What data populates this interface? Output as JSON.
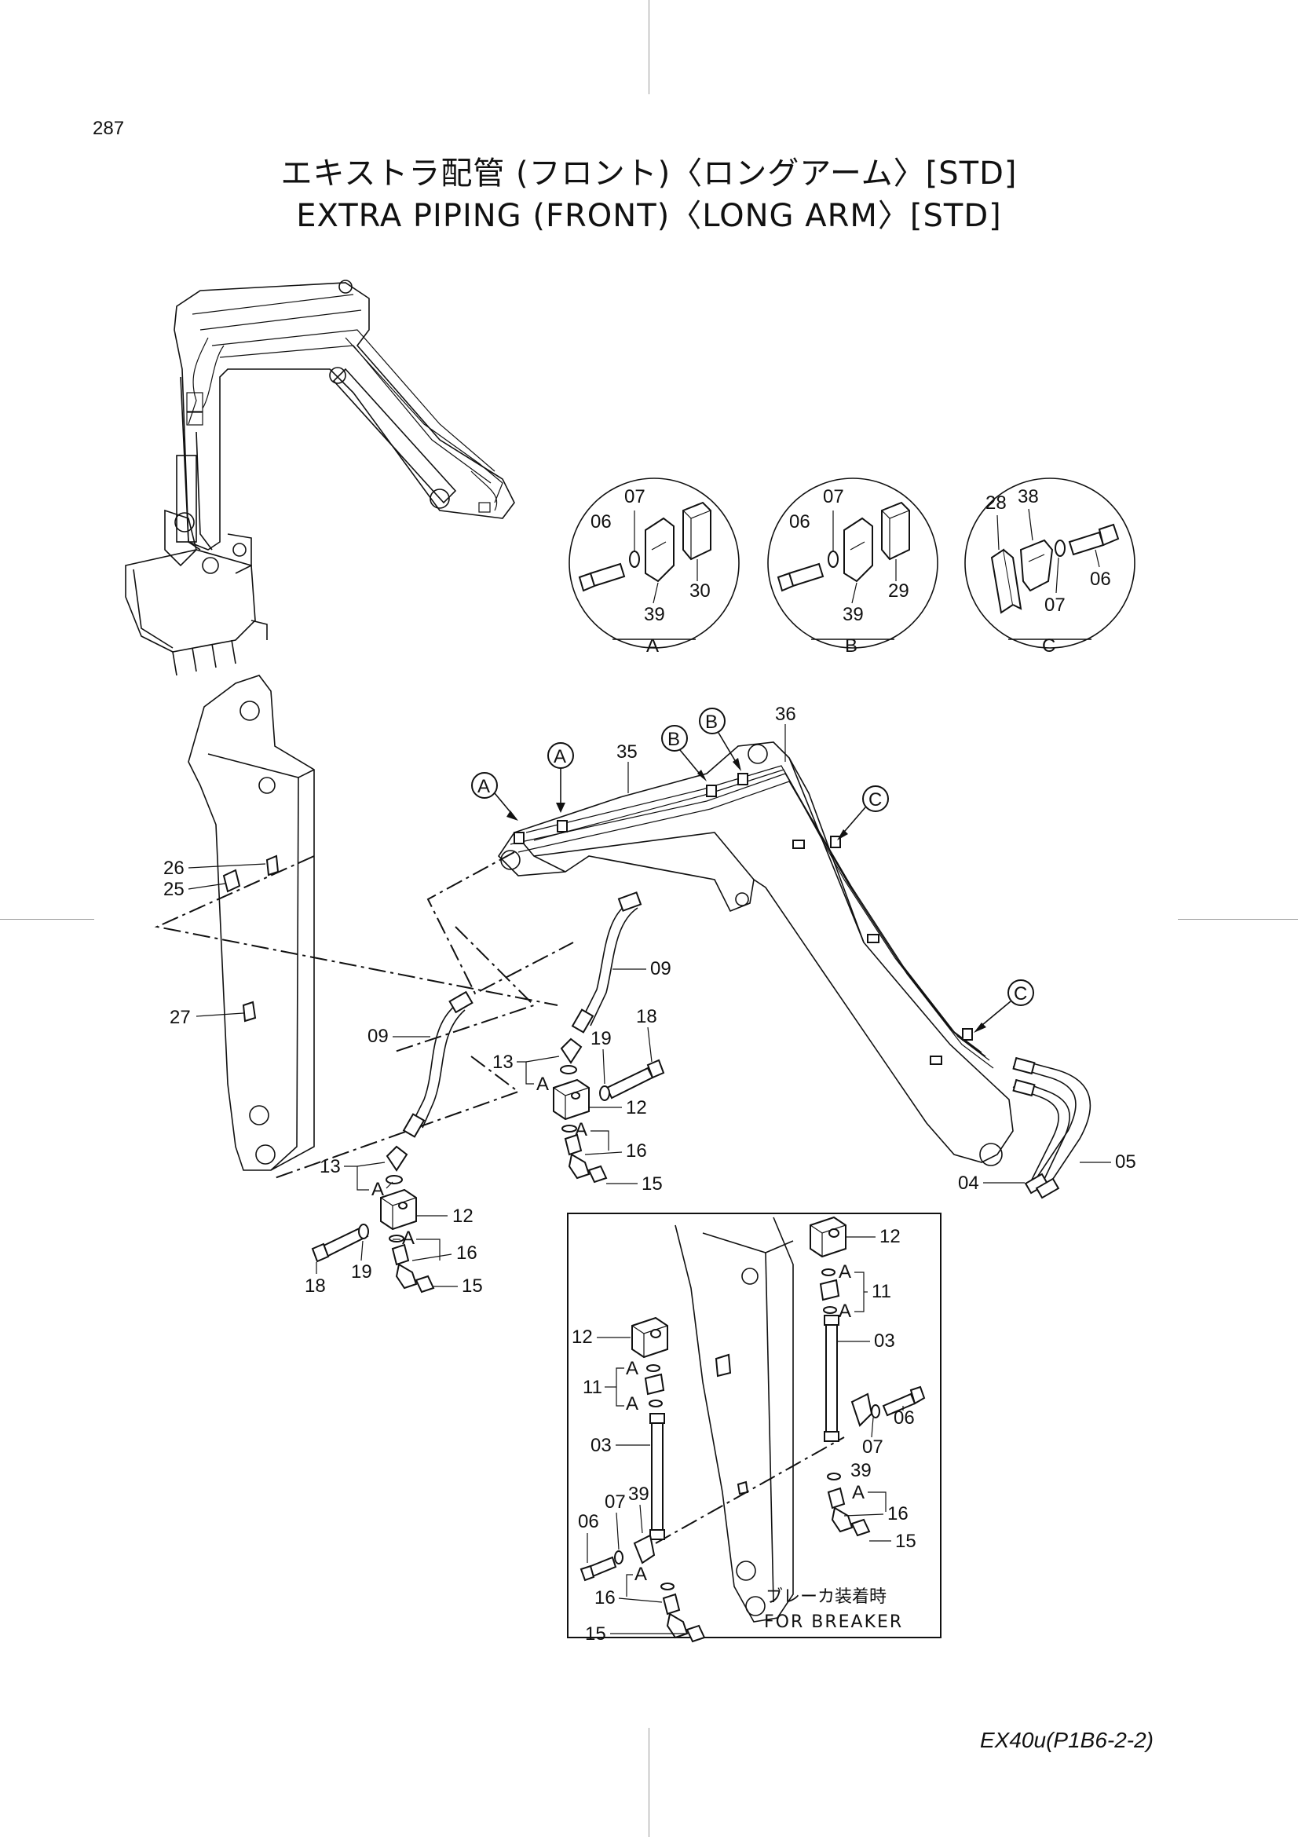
{
  "page_number": "287",
  "title_jp": "エキストラ配管 (フロント)〈ロングアーム〉[STD]",
  "title_en": "EXTRA PIPING (FRONT)〈LONG ARM〉[STD]",
  "model_code": "EX40u(P1B6-2-2)",
  "detail_views": [
    {
      "letter": "A",
      "parts": [
        "06",
        "07",
        "39",
        "30"
      ]
    },
    {
      "letter": "B",
      "parts": [
        "06",
        "07",
        "39",
        "29"
      ]
    },
    {
      "letter": "C",
      "parts": [
        "28",
        "38",
        "07",
        "06"
      ]
    }
  ],
  "callout_markers": [
    "A",
    "A",
    "B",
    "B",
    "C",
    "C"
  ],
  "assembly_symbol": "A",
  "breaker_caption_jp": "ブレーカ装着時",
  "breaker_caption_en": "FOR BREAKER",
  "part_labels": {
    "p35": "35",
    "p36": "36",
    "p26": "26",
    "p25": "25",
    "p27": "27",
    "p09a": "09",
    "p09b": "09",
    "p18a": "18",
    "p19a": "19",
    "p13a": "13",
    "p12a": "12",
    "p16a": "16",
    "p15a": "15",
    "p05": "05",
    "p04": "04",
    "p13b": "13",
    "p12b": "12",
    "p19b": "19",
    "p18b": "18",
    "p16b": "16",
    "p15b": "15",
    "i12a": "12",
    "i11a": "11",
    "i03a": "03",
    "i06a": "06",
    "i07a": "07",
    "i39a": "39",
    "i16a": "16",
    "i15a": "15",
    "i12b": "12",
    "i11b": "11",
    "i03b": "03",
    "i06b": "06",
    "i07b": "07",
    "i39b": "39",
    "i16b": "16",
    "i15b": "15"
  }
}
